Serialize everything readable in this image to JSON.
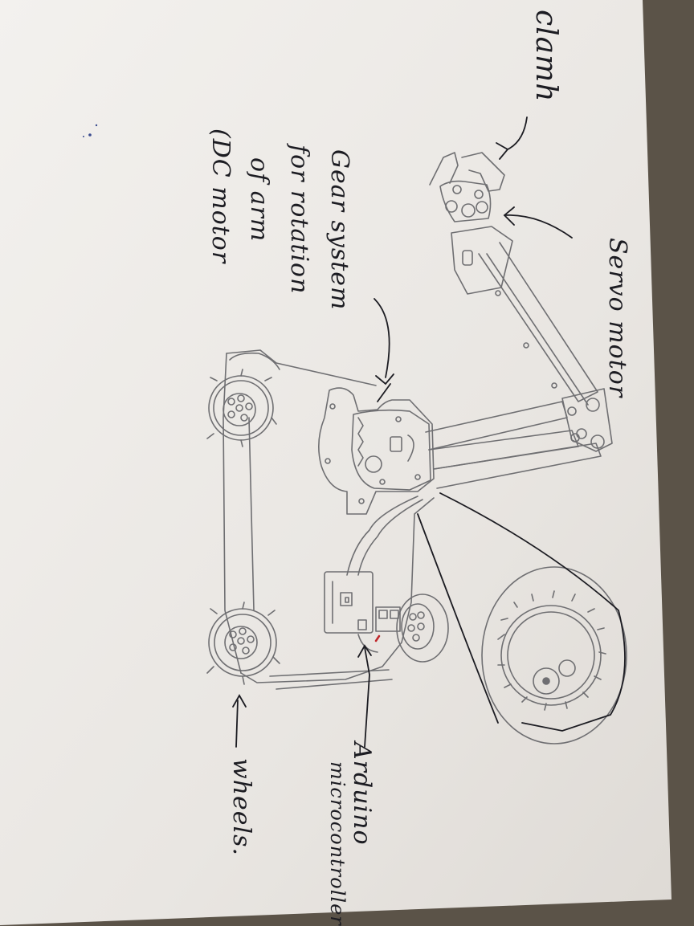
{
  "labels": {
    "clamp": "clamh",
    "servo_motor": "Servo motor",
    "gear_system": "Gear system",
    "rotation": "for rotation",
    "of_arm": "of arm",
    "dc_motor": "(DC motor",
    "arduino": "Arduino",
    "microcontroller": "microcontroller",
    "wheels": "wheels."
  },
  "colors": {
    "paper": "#ece9e6",
    "pencil": "#6f6f72",
    "ink": "#1c1c22",
    "desk": "#5b5348"
  }
}
